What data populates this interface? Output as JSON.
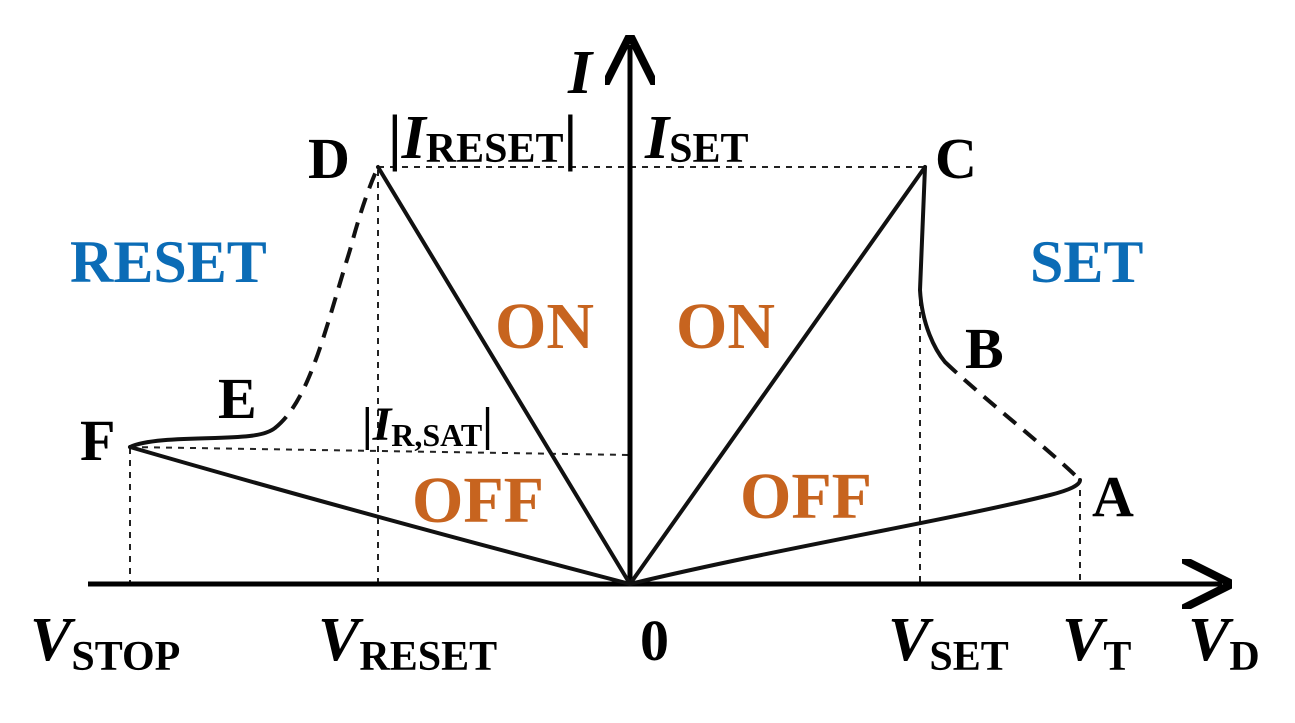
{
  "axes": {
    "y_label": "I",
    "x_label_main": "V",
    "x_label_sub": "D",
    "origin_label": "0"
  },
  "x_ticks": [
    {
      "main": "V",
      "sub": "STOP"
    },
    {
      "main": "V",
      "sub": "RESET"
    },
    {
      "main": "V",
      "sub": "SET"
    },
    {
      "main": "V",
      "sub": "T"
    }
  ],
  "current_labels": {
    "i_reset": {
      "bar_left": "|",
      "main": "I",
      "sub": "RESET",
      "bar_right": "|"
    },
    "i_set": {
      "main": "I",
      "sub": "SET"
    },
    "i_r_sat": {
      "bar_left": "|",
      "main": "I",
      "sub": "R,SAT",
      "bar_right": "|"
    }
  },
  "points": [
    "A",
    "B",
    "C",
    "D",
    "E",
    "F"
  ],
  "region_labels": {
    "reset": "RESET",
    "set": "SET",
    "on_left": "ON",
    "on_right": "ON",
    "off_left": "OFF",
    "off_right": "OFF"
  },
  "colors": {
    "region": "#0b6cb6",
    "state": "#c7641f",
    "curve": "#111111"
  }
}
